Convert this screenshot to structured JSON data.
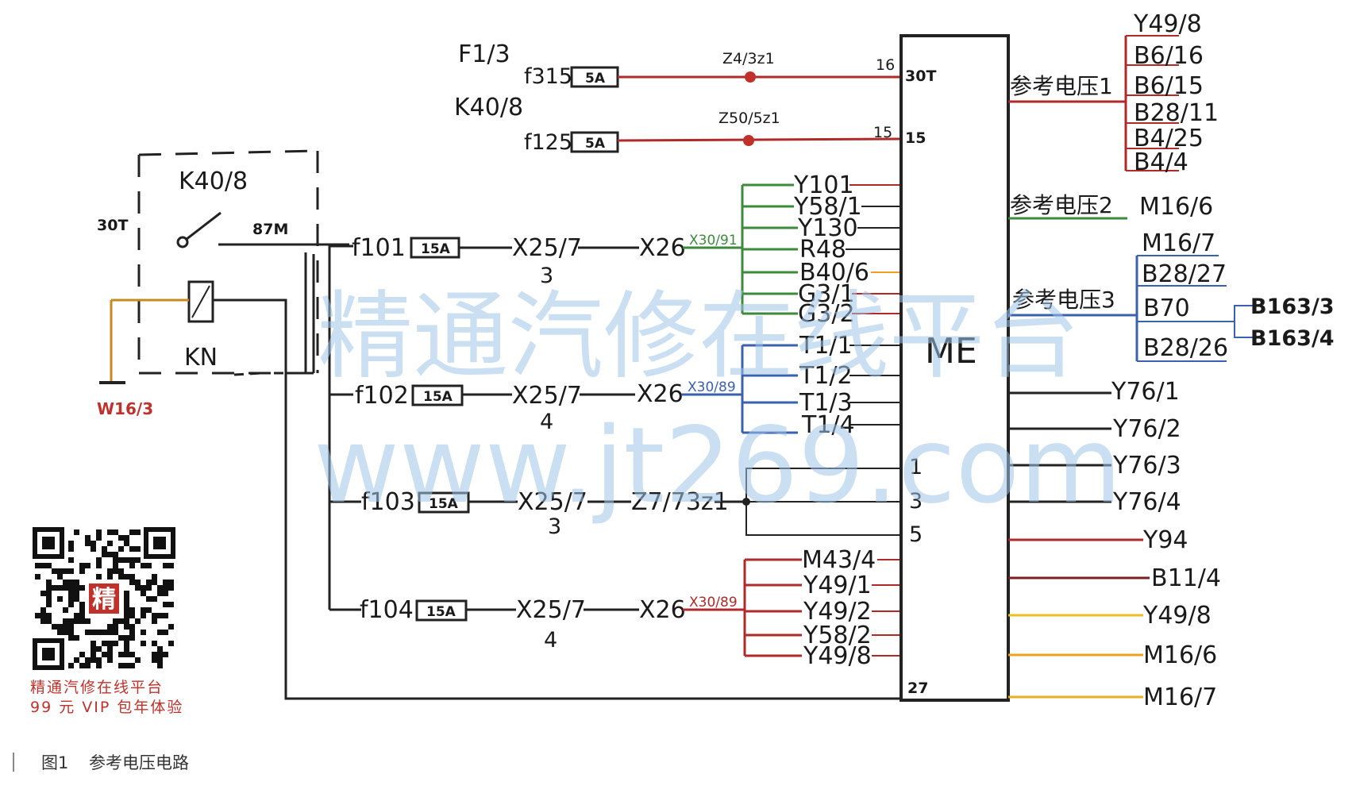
{
  "fuse_block": {
    "label_f1": "F1/3",
    "label_k40": "K40/8",
    "f315": "f315",
    "f315_rating": "5A",
    "f125": "f125",
    "f125_rating": "5A",
    "splice_z4": "Z4/3z1",
    "splice_z50": "Z50/5z1",
    "pin16": "16",
    "pin15": "15"
  },
  "relay": {
    "label": "K40/8",
    "pin_30t": "30T",
    "pin_87m": "87M",
    "coil_label": "KN",
    "ground_label": "W16/3"
  },
  "branches": [
    {
      "fuse": "f101",
      "rating": "15A",
      "conn": "X25/7",
      "conn_pin": "3",
      "dest": "X26",
      "dest_sub": "X30/91"
    },
    {
      "fuse": "f102",
      "rating": "15A",
      "conn": "X25/7",
      "conn_pin": "4",
      "dest": "X26",
      "dest_sub": "X30/89"
    },
    {
      "fuse": "f103",
      "rating": "15A",
      "conn": "X25/7",
      "conn_pin": "3",
      "dest": "Z7/73z1",
      "dest_sub": ""
    },
    {
      "fuse": "f104",
      "rating": "15A",
      "conn": "X25/7",
      "conn_pin": "4",
      "dest": "X26",
      "dest_sub": "X30/89"
    }
  ],
  "loads_group1": [
    "Y101",
    "Y58/1",
    "Y130",
    "R48",
    "B40/6",
    "G3/1",
    "G3/2"
  ],
  "loads_group2": [
    "T1/1",
    "T1/2",
    "T1/3",
    "T1/4"
  ],
  "loads_group4": [
    "M43/4",
    "Y49/1",
    "Y49/2",
    "Y58/2",
    "Y49/8"
  ],
  "ecu": {
    "label": "ME",
    "pin_30t": "30T",
    "pin_15": "15",
    "pin_1": "1",
    "pin_3": "3",
    "pin_5": "5",
    "pin_27": "27"
  },
  "ref_voltage": {
    "ref1_label": "参考电压1",
    "ref1_targets": [
      "Y49/8",
      "B6/16",
      "B6/15",
      "B28/11",
      "B4/25",
      "B4/4"
    ],
    "ref2_label": "参考电压2",
    "ref2_target": "M16/6",
    "ref3_label": "参考电压3",
    "ref3_targets": [
      "M16/7",
      "B28/27",
      "B70",
      "B28/26"
    ],
    "b70_targets": [
      "B163/3",
      "B163/4"
    ]
  },
  "right_outputs": [
    "Y76/1",
    "Y76/2",
    "Y76/3",
    "Y76/4",
    "Y94",
    "B11/4",
    "Y49/8",
    "M16/6",
    "M16/7"
  ],
  "watermark": {
    "text_cn": "精通汽修在线平台",
    "url": "www.jt269.com"
  },
  "qr": {
    "center_char": "精",
    "caption_line1": "精通汽修在线平台",
    "caption_line2": "99 元 VIP 包年体验"
  },
  "caption": {
    "fig": "图1",
    "title": "参考电压电路"
  },
  "colors": {
    "red_wire": "#b02a2a",
    "green_wire": "#3c8a3c",
    "blue_wire": "#3a60b0",
    "orange_wire": "#f0a020",
    "yellow_wire": "#e8c020",
    "watermark": "#9fc5e8",
    "accent_red": "#c0312b"
  }
}
